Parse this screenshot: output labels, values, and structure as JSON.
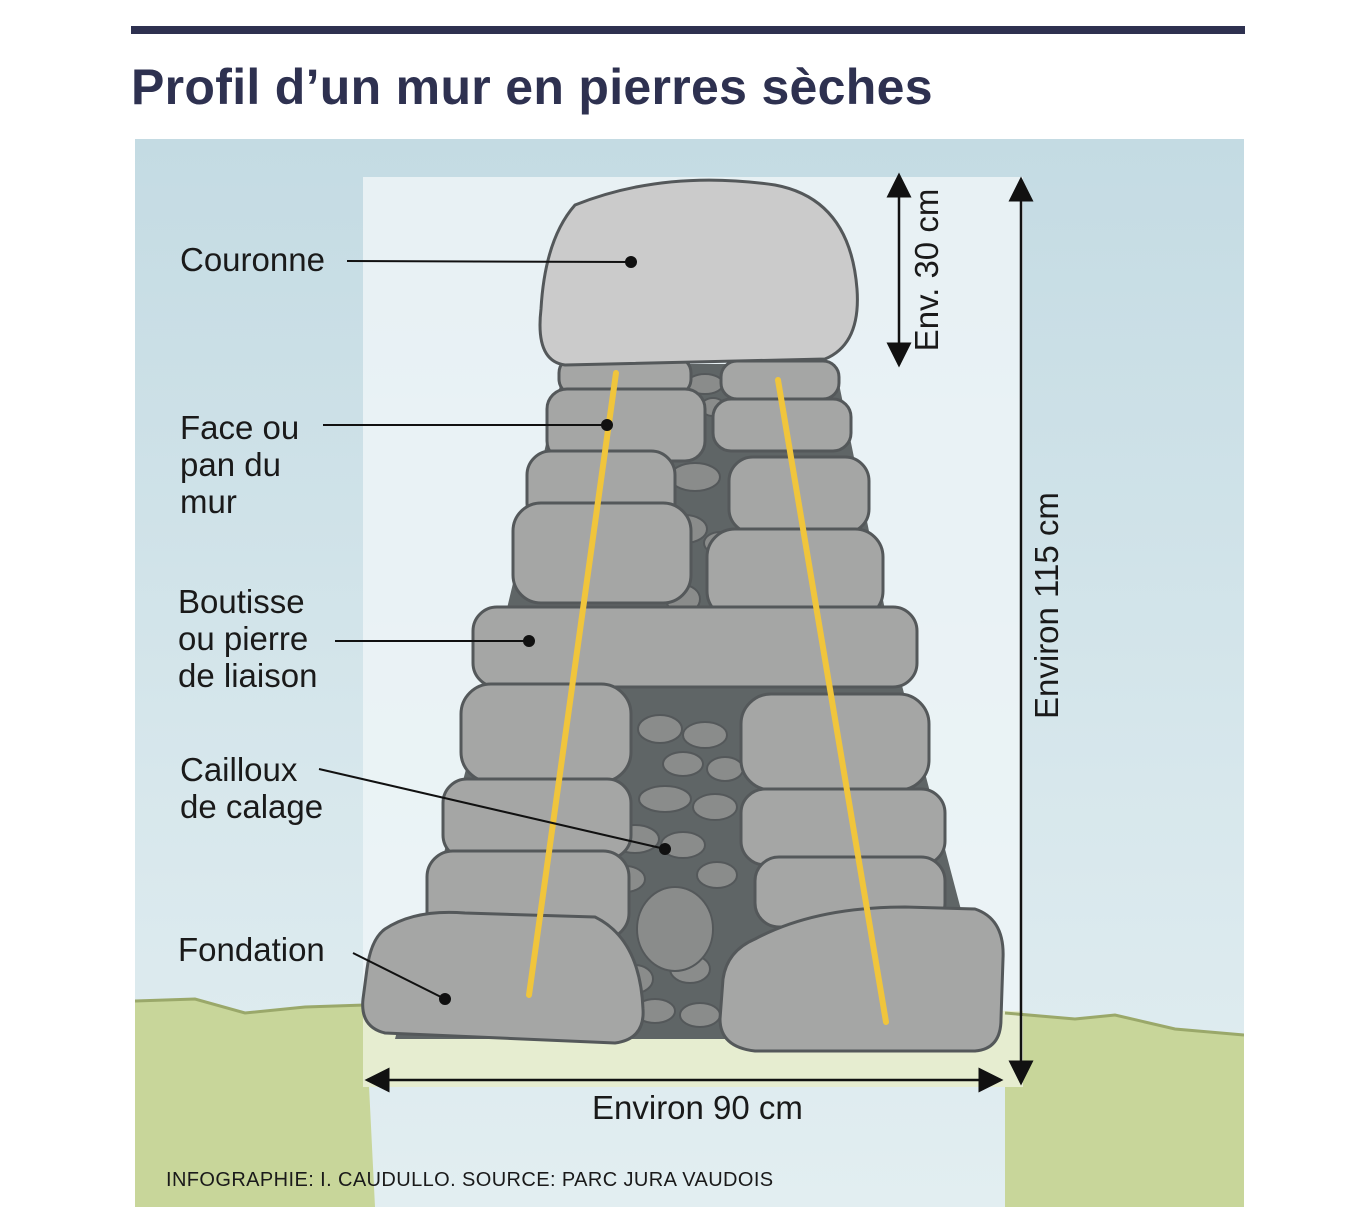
{
  "title": "Profil d’un mur en pierres sèches",
  "labels": {
    "couronne": "Couronne",
    "face": "Face ou\npan du\nmur",
    "boutisse": "Boutisse\nou pierre\nde liaison",
    "cailloux": "Cailloux\nde calage",
    "fondation": "Fondation"
  },
  "dimensions": {
    "crown_height": "Env. 30 cm",
    "total_height": "Environ 115 cm",
    "width": "Environ 90 cm"
  },
  "credit": "INFOGRAPHIE: I. CAUDULLO. SOURCE: PARC JURA VAUDOIS",
  "colors": {
    "title": "#2e3150",
    "sky": "#c4dbe3",
    "ground": "#c8d69a",
    "stone": "#a5a6a5",
    "crown_stone": "#cbcbcb",
    "pebble": "#8a8c8b",
    "batter_line": "#f0c53c",
    "outline": "#54585a"
  }
}
